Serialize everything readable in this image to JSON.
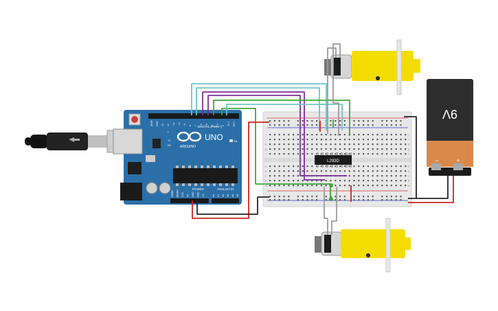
{
  "board": {
    "brand_word": "UNO",
    "maker": "ARDUINO",
    "digital_header": "DIGITAL (PWM~)",
    "power_header": "POWER",
    "analog_header": "ANALOG IN",
    "led_on": "ON",
    "led_tx": "TX",
    "led_rx": "RX",
    "led_l": "L",
    "digital_pins": [
      "AREF",
      "GND",
      "13",
      "12",
      "~11",
      "~10",
      "~9",
      "8",
      "7",
      "~6",
      "~5",
      "4",
      "~3",
      "2",
      "TX 1",
      "RX 0"
    ],
    "power_pins": [
      "IOREF",
      "RESET",
      "3.3V",
      "5V",
      "GND",
      "GND",
      "Vin"
    ],
    "analog_pins": [
      "A0",
      "A1",
      "A2",
      "A3",
      "A4",
      "A5"
    ]
  },
  "chip": {
    "label": "L293D"
  },
  "battery": {
    "label": "9V",
    "minus": "−",
    "plus": "+"
  },
  "breadboard": {
    "letters_top": [
      "j",
      "i",
      "h",
      "g",
      "f"
    ],
    "letters_bottom": [
      "e",
      "d",
      "c",
      "b",
      "a"
    ]
  },
  "colors": {
    "board": "#2b6fa8",
    "wire_teal": "#6cc6c6",
    "wire_purple": "#7a2f96",
    "wire_green": "#3aa83a",
    "wire_red": "#cc2222",
    "wire_black": "#222222",
    "motor_yellow": "#f3dd00",
    "battery_copper": "#d9894a"
  }
}
